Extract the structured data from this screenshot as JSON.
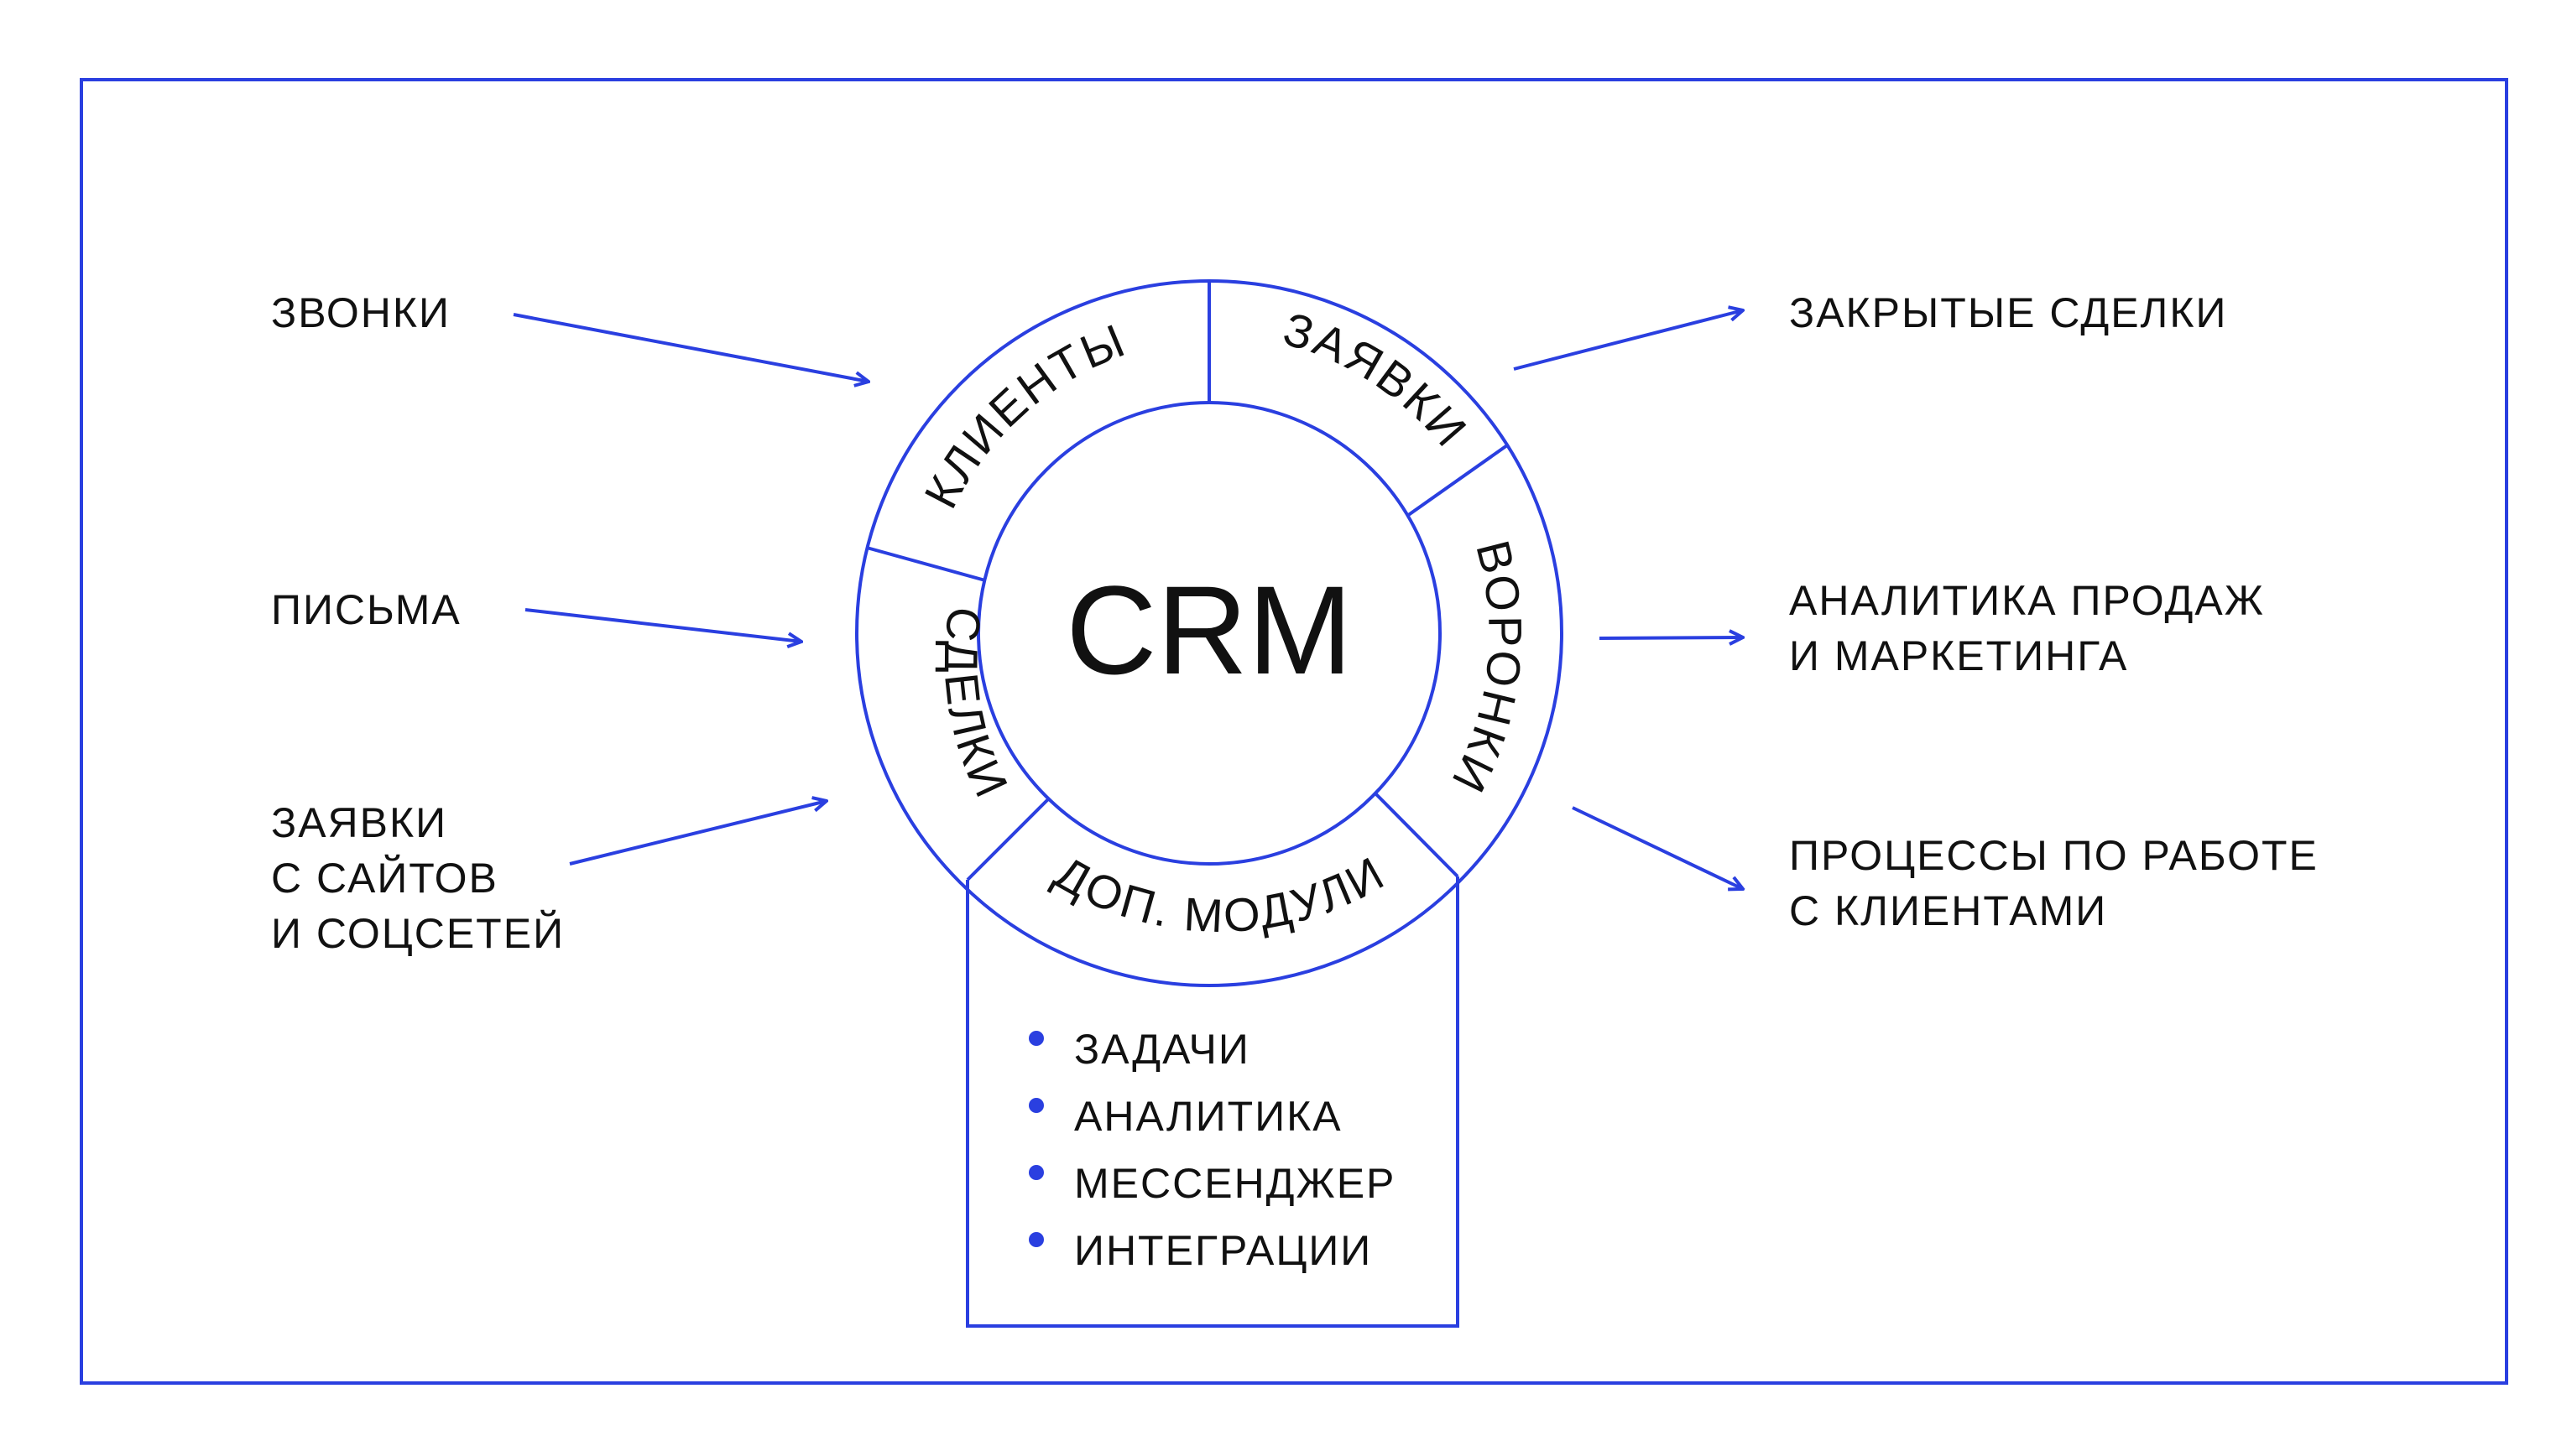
{
  "colors": {
    "accent": "#2a3fe0",
    "text": "#111111",
    "background": "#ffffff"
  },
  "center": {
    "label": "CRM"
  },
  "ring_segments": [
    {
      "id": "clients",
      "label": "КЛИЕНТЫ"
    },
    {
      "id": "requests",
      "label": "ЗАЯВКИ"
    },
    {
      "id": "funnels",
      "label": "ВОРОНКИ"
    },
    {
      "id": "modules",
      "label": "ДОП. МОДУЛИ"
    },
    {
      "id": "deals",
      "label": "СДЕЛКИ"
    }
  ],
  "inputs": [
    {
      "lines": [
        "ЗВОНКИ"
      ]
    },
    {
      "lines": [
        "ПИСЬМА"
      ]
    },
    {
      "lines": [
        "ЗАЯВКИ",
        "С САЙТОВ",
        "И СОЦСЕТЕЙ"
      ]
    }
  ],
  "outputs": [
    {
      "lines": [
        "ЗАКРЫТЫЕ СДЕЛКИ"
      ]
    },
    {
      "lines": [
        "АНАЛИТИКА ПРОДАЖ",
        "И МАРКЕТИНГА"
      ]
    },
    {
      "lines": [
        "ПРОЦЕССЫ ПО РАБОТЕ",
        "С КЛИЕНТАМИ"
      ]
    }
  ],
  "modules_list": [
    "ЗАДАЧИ",
    "АНАЛИТИКА",
    "МЕССЕНДЖЕР",
    "ИНТЕГРАЦИИ"
  ]
}
